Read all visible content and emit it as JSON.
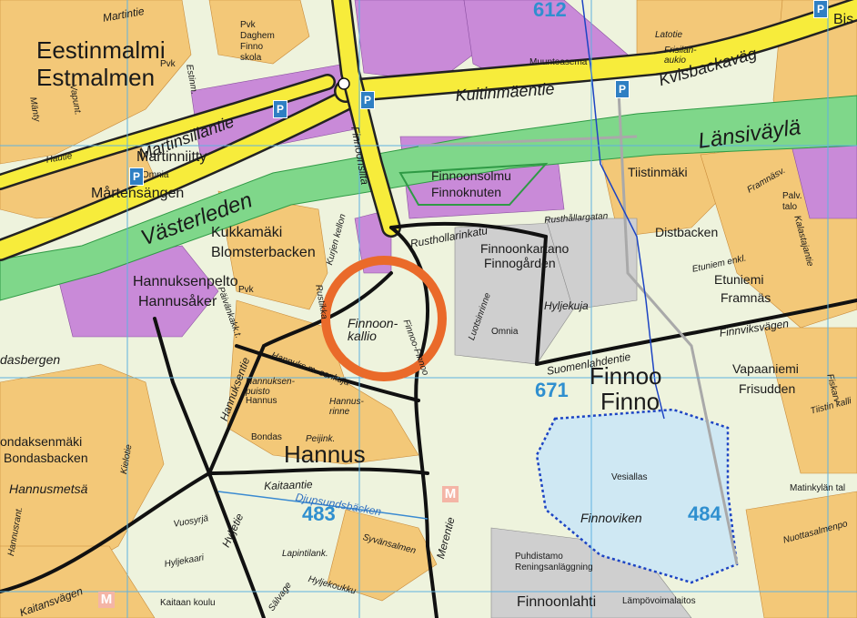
{
  "map": {
    "districts": {
      "estinmalmi": "Eestinmalmi",
      "estmalmen": "Estmalmen",
      "hannus": "Hannus",
      "finnoo": "Finnoo",
      "finno": "Finno",
      "finnoonlahti": "Finnoonlahti"
    },
    "areas": {
      "martinniitty": "Martinniitty",
      "martensangen": "Mårtensängen",
      "kukkamaki": "Kukkamäki",
      "blomsterbacken": "Blomsterbacken",
      "hannuksenpelto": "Hannuksenpelto",
      "hannusaker": "Hannusåker",
      "finnoonkallio": "Finnoon-\nkallio",
      "finnoonkartano": "Finnoonkartano",
      "finnogarden": "Finnogården",
      "tiistinmaki": "Tiistinmäki",
      "distbacken": "Distbacken",
      "etuniemi": "Etuniemi",
      "framnas": "Framnäs",
      "vapaaniemi": "Vapaaniemi",
      "frisudden": "Frisudden",
      "vesiallas": "Vesiallas",
      "finnoviken": "Finnoviken",
      "finnoonsolmu": "Finnoonsolmu",
      "finnoknuten": "Finnoknuten",
      "dasbergen": "dasbergen",
      "bondaksenmaki": "ondaksenmäki",
      "bondasbacken": "Bondasbacken",
      "hannusmetsa": "Hannusmetsä",
      "bis": "Bis",
      "omnia_left": "Omnia",
      "omnia_mid": "Omnia",
      "pvk_top": "Pvk",
      "pvk_mid": "Pvk",
      "daghem": "Pvk\nDaghem\nFinno\nskola",
      "muuntoasema": "Muuntoasema",
      "puhdistamo": "Puhdistamo\nReningsanläggning",
      "lampovoimalaitos": "Lämpövoimalaitos",
      "kaitaan_koulu": "Kaitaan koulu",
      "hannus_small": "Hannus",
      "bondas_small": "Bondas",
      "palvtalo": "Palv.\ntalo",
      "matinkylan": "Matinkylän tal"
    },
    "roads": {
      "lansivayla": "Länsiväylä",
      "vasterleden": "Västerleden",
      "kuitinmaentie": "Kuitinmäentie",
      "kvisbackavag": "Kvisbackaväg",
      "martinsillantie": "Martinsillantie",
      "finnoonsilta": "Finnoonsilta",
      "rusthollarinkatu": "Rusthollarinkatu",
      "rusthallargatan": "Rusthållargatan",
      "suomenlahdentie": "Suomenlahdentie",
      "finnviksvagen": "Finnviksvägen",
      "hannuksentie": "Hannuksentie",
      "hannuksenkuja": "Hannuks.m. senkuja",
      "kaitaantie": "Kaitaantie",
      "kaitansvagen": "Kaitansvägen",
      "hylkeentie": "Hyljetie",
      "merentie": "Merentie",
      "lucdelsrinne": "Luotsinrinne",
      "hyljekuja": "Hyljekuja",
      "etuniementie": "Etuniem enkl.",
      "framnasvag": "Framnäsv.",
      "kurjenkellon": "Kurjen kellon",
      "rustikka": "Rustikka",
      "paivankakkarat": "Päivänkakk.t.",
      "hannuksenpuisto": "Hannuksen-\npuisto",
      "vuosyrja": "Vuosyrjä",
      "lapintilank": "Lapintilank.",
      "hyljekaari": "Hyljekaari",
      "salvage": "Sälvage",
      "kalastajantie": "Kalastajantie",
      "tiistinkallio": "Tiistin kalli",
      "fiskarv": "Fiskarv",
      "nuottasalmenpolku": "Nuottasalmenpo",
      "finnoo_vtie": "Finnoo-Finnoo",
      "syvansalmen": "Syvänsalmen",
      "hyljekoukku": "Hyljekoukku",
      "vasarantie": "Vapunt.",
      "martintie": "Martintie",
      "latotie": "Latotie",
      "frisilan": "Frisilän-\naukio",
      "djupsundsbacken": "Djupsundsbäcken",
      "eestinmalmi_st": "Estinm.",
      "hautie": "Hautie",
      "manty": "Mänty",
      "kielotie": "Kielotie",
      "hannusrant": "Hannusrant.",
      "pijinjk": "Peijink.",
      "hannusrinne": "Hannus-\nrinne"
    },
    "zones": {
      "z671": "671",
      "z483": "483",
      "z484": "484",
      "z612": "612"
    },
    "icons": {
      "parking": "P",
      "metro": "M"
    },
    "colors": {
      "highway": "#f7ec3b",
      "motorway_band": "#7fd78a",
      "residential": "#f3c878",
      "commercial": "#c98ad8",
      "industrial": "#c9c9c9",
      "forest": "#e6efd2",
      "water": "#cfe8f3",
      "highlight_circle": "#ea6a2a",
      "grid": "#5fb2e0",
      "zone_text": "#2f8fcf"
    }
  }
}
